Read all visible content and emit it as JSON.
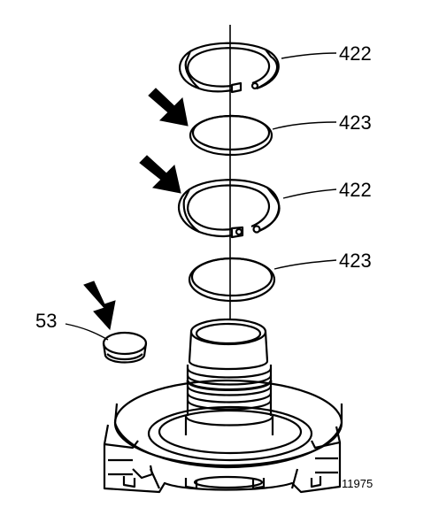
{
  "callouts": [
    {
      "id": "snap-ring-upper",
      "label": "422"
    },
    {
      "id": "seal-ring-upper",
      "label": "423"
    },
    {
      "id": "snap-ring-lower",
      "label": "422"
    },
    {
      "id": "seal-ring-lower",
      "label": "423"
    },
    {
      "id": "plug",
      "label": "53"
    }
  ],
  "figure_number": "11975",
  "colors": {
    "line": "#000000",
    "fill": "#ffffff"
  }
}
